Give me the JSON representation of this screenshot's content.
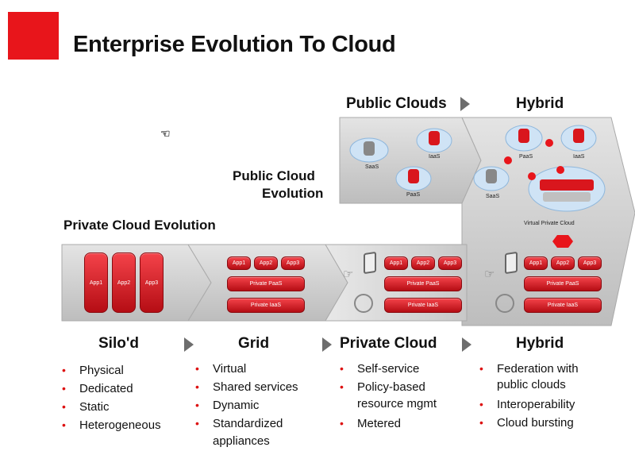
{
  "title": "Enterprise Evolution To Cloud",
  "colors": {
    "accent": "#e8151b",
    "band": "#d4d4d4",
    "pill": "#d9161d"
  },
  "top_labels": {
    "public_clouds": "Public Clouds",
    "hybrid": "Hybrid"
  },
  "evolution_labels": {
    "public_line1": "Public Cloud",
    "public_line2": "Evolution",
    "private": "Private Cloud Evolution"
  },
  "public_box": {
    "saas": "SaaS",
    "iaas": "IaaS",
    "paas": "PaaS"
  },
  "hybrid_box": {
    "paas": "PaaS",
    "iaas": "IaaS",
    "saas": "SaaS",
    "vpc": "Virtual Private Cloud"
  },
  "silo_apps": [
    "App1",
    "App2",
    "App3"
  ],
  "grid": {
    "apps": [
      "App1",
      "App2",
      "App3"
    ],
    "paas": "Private PaaS",
    "iaas": "Private IaaS"
  },
  "private_cloud": {
    "apps": [
      "App1",
      "App2",
      "App3"
    ],
    "paas": "Private PaaS",
    "iaas": "Private IaaS"
  },
  "hybrid_stage": {
    "apps": [
      "App1",
      "App2",
      "App3"
    ],
    "paas": "Private PaaS",
    "iaas": "Private IaaS"
  },
  "stages": [
    {
      "name": "Silo'd",
      "bullets": [
        "Physical",
        "Dedicated",
        "Static",
        "Heterogeneous"
      ]
    },
    {
      "name": "Grid",
      "bullets": [
        "Virtual",
        "Shared services",
        "Dynamic",
        "Standardized",
        "appliances"
      ]
    },
    {
      "name": "Private Cloud",
      "bullets": [
        "Self-service",
        "Policy-based",
        "resource mgmt",
        "Metered"
      ]
    },
    {
      "name": "Hybrid",
      "bullets": [
        "Federation with",
        "public clouds",
        "Interoperability",
        "Cloud bursting"
      ]
    }
  ]
}
